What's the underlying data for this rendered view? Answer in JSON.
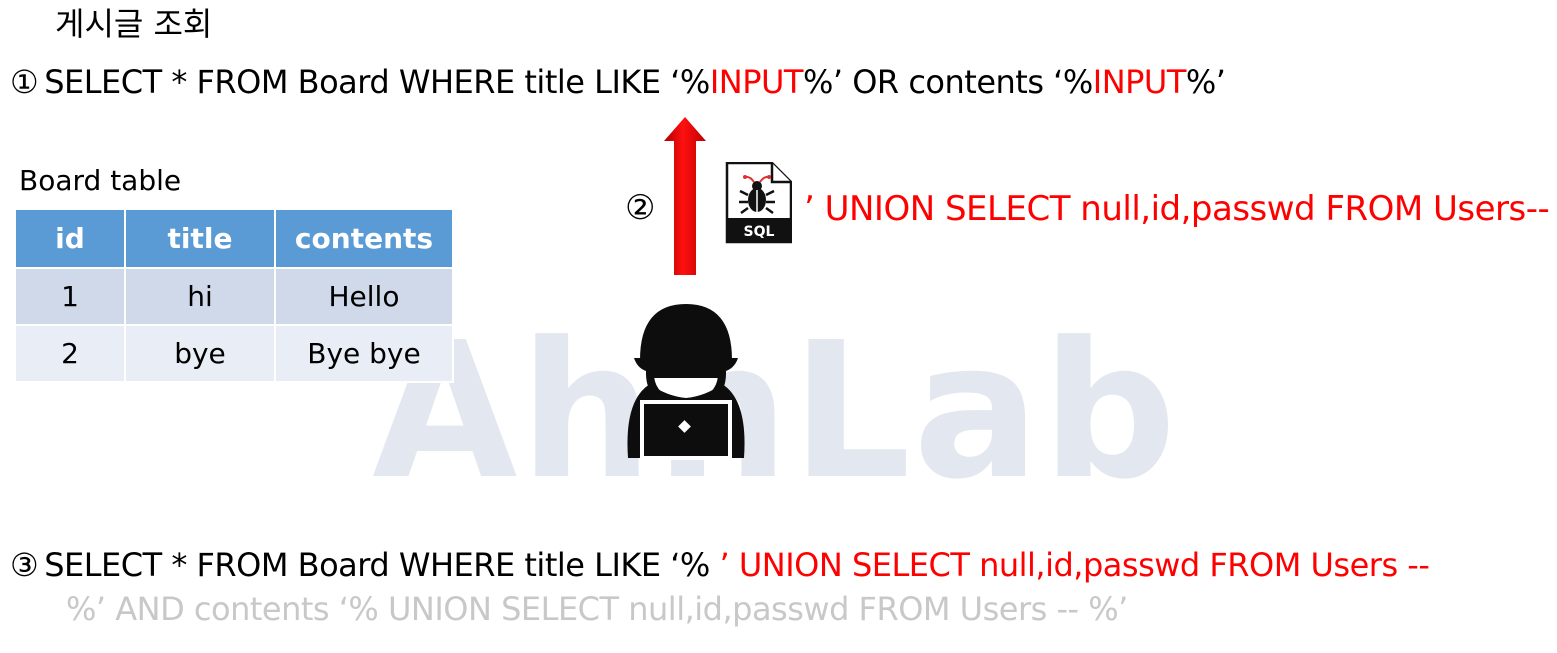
{
  "heading": "게시글 조회",
  "query1": {
    "number": "①",
    "part1": "SELECT * FROM Board WHERE title LIKE ‘%",
    "input1": "INPUT",
    "part2": "%’ OR contents ‘%",
    "input2": "INPUT",
    "part3": "%’"
  },
  "board_table": {
    "caption": "Board table",
    "headers": [
      "id",
      "title",
      "contents"
    ],
    "rows": [
      [
        "1",
        "hi",
        "Hello"
      ],
      [
        "2",
        "bye",
        "Bye bye"
      ]
    ]
  },
  "step2": {
    "number": "②",
    "payload": "’ UNION SELECT null,id,passwd FROM Users--",
    "file_icon_label": "SQL"
  },
  "query3": {
    "number": "③",
    "part1": "SELECT * FROM Board WHERE title LIKE ‘% ",
    "injected": "’ UNION SELECT null,id,passwd FROM Users --",
    "line2": "%’ AND contents ‘% UNION SELECT null,id,passwd FROM Users -- %’"
  },
  "watermark": "AhnLab",
  "icons": {
    "arrow": "red-up-arrow-icon",
    "file": "sql-bug-file-icon",
    "hacker": "hacker-laptop-icon"
  },
  "colors": {
    "injected_text": "#ff0000",
    "table_header": "#5b9bd5",
    "table_row_odd": "#cfd9ea",
    "table_row_even": "#e9eef6",
    "commented_text": "#c8c8c8",
    "watermark": "#e3e7ef"
  }
}
